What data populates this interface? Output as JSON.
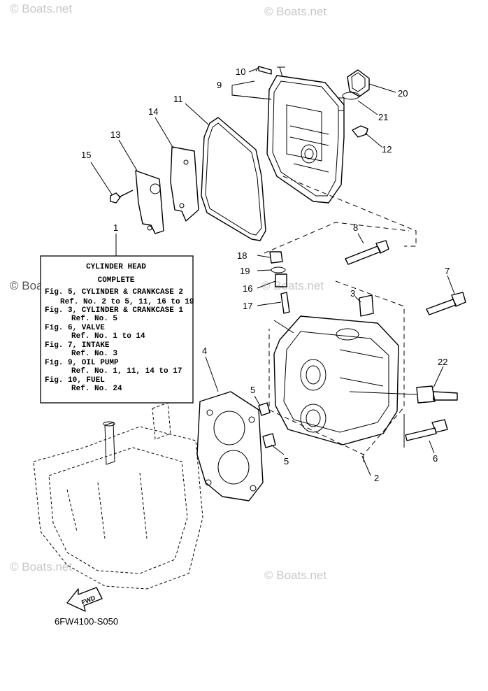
{
  "watermarks": [
    "© Boats.net",
    "© Boats.net",
    "© Boats.net",
    "© Boats.net",
    "© Boats.net",
    "© Boats.net"
  ],
  "callouts": {
    "c1": "1",
    "c2": "2",
    "c3": "3",
    "c4": "4",
    "c5a": "5",
    "c5b": "5",
    "c6": "6",
    "c7": "7",
    "c8": "8",
    "c9": "9",
    "c10": "10",
    "c11": "11",
    "c12": "12",
    "c13": "13",
    "c14": "14",
    "c15": "15",
    "c16": "16",
    "c17": "17",
    "c18": "18",
    "c19": "19",
    "c20": "20",
    "c21": "21",
    "c22": "22"
  },
  "info_box": {
    "title_line1": "CYLINDER HEAD",
    "title_line2": "COMPLETE",
    "lines": [
      "Fig. 5, CYLINDER & CRANKCASE 2",
      "Ref. No. 2 to 5, 11, 16 to 19",
      "Fig. 3, CYLINDER & CRANKCASE 1",
      "Ref. No. 5",
      "Fig. 6, VALVE",
      "Ref. No. 1 to 14",
      "Fig. 7, INTAKE",
      "Ref. No. 3",
      "Fig. 9, OIL PUMP",
      "Ref. No. 1, 11, 14 to 17",
      "Fig. 10, FUEL",
      "Ref. No. 24"
    ]
  },
  "fwd_label": "FWD",
  "diagram_code": "6FW4100-S050"
}
